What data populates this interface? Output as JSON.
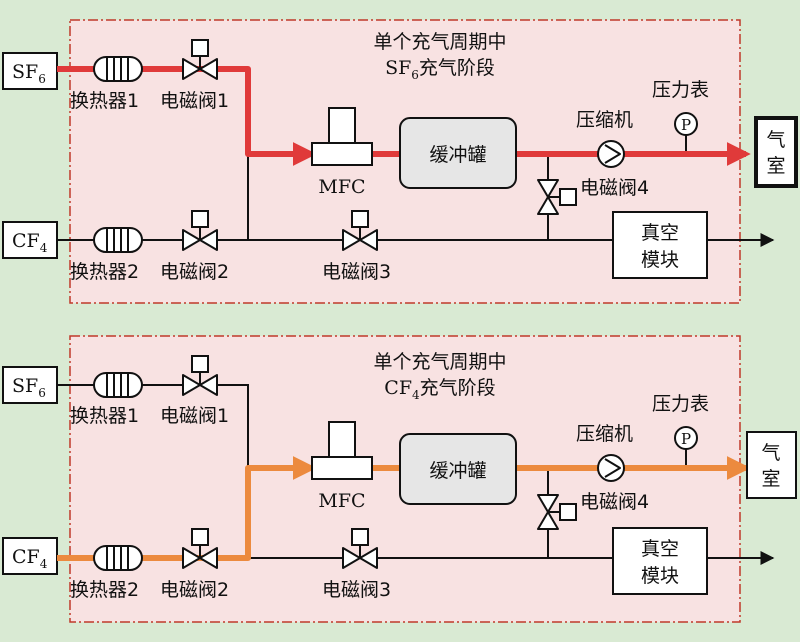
{
  "colors": {
    "background": "#d9ead3",
    "panel_fill": "#f8e2e2",
    "panel_border": "#c0392b",
    "sf6_flow": "#e03a3a",
    "cf4_flow": "#ec8a3e",
    "line": "#111111",
    "tank_fill": "#e6e6e6"
  },
  "panels": [
    {
      "id": "top",
      "active_gas": "SF6",
      "title_line1": "单个充气周期中",
      "title_line2_main": "SF",
      "title_line2_sub": "6",
      "title_line2_rest": "充气阶段"
    },
    {
      "id": "bottom",
      "active_gas": "CF4",
      "title_line1": "单个充气周期中",
      "title_line2_main": "CF",
      "title_line2_sub": "4",
      "title_line2_rest": "充气阶段"
    }
  ],
  "labels": {
    "sf6_main": "SF",
    "sf6_sub": "6",
    "cf4_main": "CF",
    "cf4_sub": "4",
    "heat_exchanger_1": "换热器1",
    "heat_exchanger_2": "换热器2",
    "valve_1": "电磁阀1",
    "valve_2": "电磁阀2",
    "valve_3": "电磁阀3",
    "valve_4": "电磁阀4",
    "mfc": "MFC",
    "buffer_tank": "缓冲罐",
    "compressor": "压缩机",
    "pressure_gauge": "压力表",
    "gauge_symbol": "P",
    "gas_chamber_1": "气",
    "gas_chamber_2": "室",
    "vacuum_module_1": "真空",
    "vacuum_module_2": "模块"
  }
}
